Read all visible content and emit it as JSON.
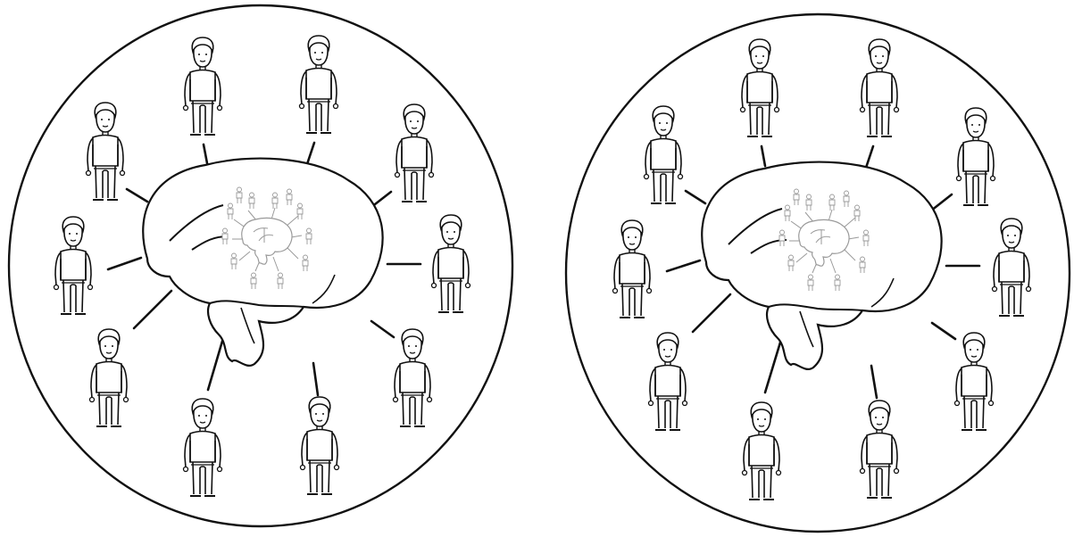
{
  "colors": {
    "background": "#ffffff",
    "stroke": "#111111",
    "inner_stroke": "#9a9a9a"
  },
  "panels": [
    {
      "name": "left",
      "people_count": 10,
      "inner_people_count": 12
    },
    {
      "name": "right",
      "people_count": 10,
      "inner_people_count": 12
    }
  ]
}
